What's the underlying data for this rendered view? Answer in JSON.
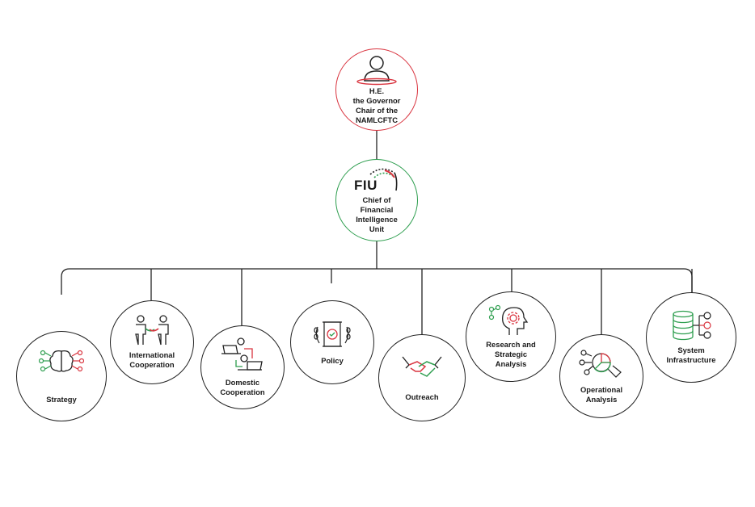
{
  "top": {
    "label": "H.E.\nthe Governor\nChair of the\nNAMLCFTC",
    "icon": "person-icon",
    "color": "#d9343f"
  },
  "second": {
    "logo_text": "FIU",
    "label": "Chief of\nFinancial\nIntelligence\nUnit",
    "icon": "fiu-logo",
    "color": "#2e9e4f"
  },
  "units": [
    {
      "label": "Strategy",
      "icon": "brain-network-icon"
    },
    {
      "label": "International\nCooperation",
      "icon": "people-handshake-icon"
    },
    {
      "label": "Domestic\nCooperation",
      "icon": "people-laptops-icon"
    },
    {
      "label": "Policy",
      "icon": "scroll-laurel-icon"
    },
    {
      "label": "Outreach",
      "icon": "handshake-icon"
    },
    {
      "label": "Research and\nStrategic\nAnalysis",
      "icon": "head-gear-icon"
    },
    {
      "label": "Operational\nAnalysis",
      "icon": "magnifier-chart-icon"
    },
    {
      "label": "System\nInfrastructure",
      "icon": "database-icon"
    }
  ],
  "colors": {
    "red": "#d9343f",
    "green": "#2e9e4f",
    "line": "#222222"
  }
}
